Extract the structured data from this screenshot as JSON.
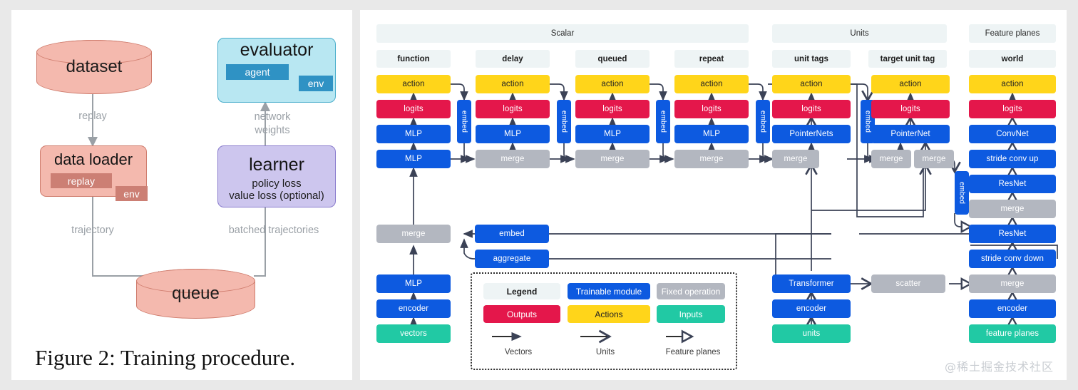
{
  "figure": {
    "caption": "Figure 2: Training procedure.",
    "nodes": {
      "dataset": "dataset",
      "data_loader": "data loader",
      "queue": "queue",
      "evaluator": "evaluator",
      "learner": "learner",
      "agent": "agent",
      "env_eval": "env",
      "replay": "replay",
      "env_loader": "env",
      "learner_line1": "policy loss",
      "learner_line2": "value loss (optional)"
    },
    "edge_labels": {
      "replay": "replay",
      "trajectory": "trajectory",
      "batched_trajectories": "batched trajectories",
      "network_weights_l1": "network",
      "network_weights_l2": "weights"
    },
    "colors": {
      "pink_fill": "#f4b9ae",
      "pink_stroke": "#cf7c6d",
      "cyan_fill": "#b8e7f2",
      "cyan_stroke": "#4aaecb",
      "purple_fill": "#cdc6ee",
      "purple_stroke": "#8a7ccd",
      "edge_gray": "#9aa0a6"
    }
  },
  "architecture": {
    "groups": [
      {
        "label": "Scalar"
      },
      {
        "label": "Units"
      },
      {
        "label": "Feature planes"
      }
    ],
    "columns": [
      {
        "header": "function",
        "nodes": [
          "action",
          "logits",
          "MLP",
          "MLP"
        ]
      },
      {
        "header": "delay",
        "nodes": [
          "action",
          "logits",
          "MLP",
          "merge"
        ]
      },
      {
        "header": "queued",
        "nodes": [
          "action",
          "logits",
          "MLP",
          "merge"
        ]
      },
      {
        "header": "repeat",
        "nodes": [
          "action",
          "logits",
          "MLP",
          "merge"
        ]
      },
      {
        "header": "unit tags",
        "nodes": [
          "action",
          "logits",
          "PointerNets",
          "merge"
        ]
      },
      {
        "header": "target unit tag",
        "nodes": [
          "action",
          "logits",
          "PointerNet",
          "merge",
          "merge"
        ]
      },
      {
        "header": "world",
        "nodes": [
          "action",
          "logits",
          "ConvNet",
          "stride conv up",
          "ResNet",
          "merge",
          "ResNet",
          "stride conv down",
          "merge",
          "encoder",
          "feature planes"
        ]
      }
    ],
    "embed_label": "embed",
    "scalar_trunk": [
      "merge",
      "MLP",
      "encoder",
      "vectors"
    ],
    "units_trunk": [
      "Transformer",
      "encoder",
      "units"
    ],
    "bridges": [
      "embed",
      "aggregate",
      "scatter"
    ],
    "colors": {
      "action": "#ffd51a",
      "logits": "#e4174b",
      "trainable": "#0d5ae0",
      "fixed": "#b3b7c0",
      "input": "#21c9a4",
      "header_bg": "#eef4f5",
      "wire": "#3b4256"
    }
  },
  "legend": {
    "title": "Legend",
    "swatches": [
      {
        "label": "Trainable module",
        "kind": "trainable"
      },
      {
        "label": "Fixed operation",
        "kind": "fixed"
      },
      {
        "label": "Outputs",
        "kind": "outputs"
      },
      {
        "label": "Actions",
        "kind": "actions"
      },
      {
        "label": "Inputs",
        "kind": "inputs"
      }
    ],
    "arrows": [
      {
        "caption": "Vectors",
        "head": "solid"
      },
      {
        "caption": "Units",
        "head": "open-v"
      },
      {
        "caption": "Feature planes",
        "head": "hollow"
      }
    ]
  },
  "watermark": "@稀土掘金技术社区"
}
